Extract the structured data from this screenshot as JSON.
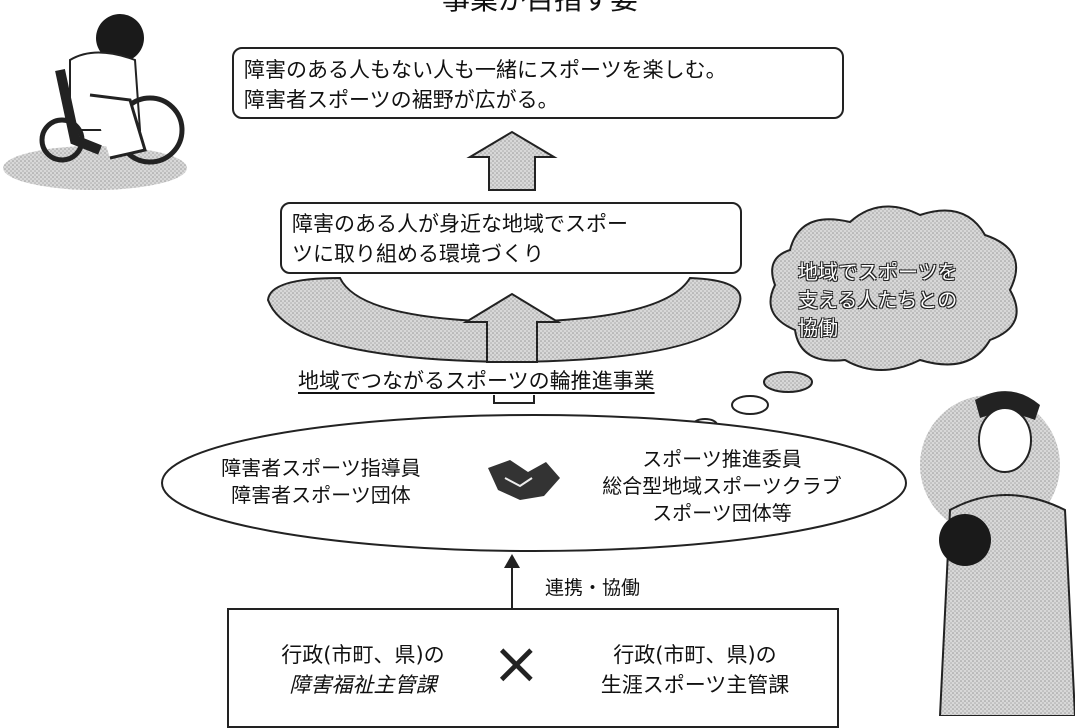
{
  "title": "事業が目指す姿",
  "goal": {
    "line1": "障害のある人もない人も一緒にスポーツを楽しむ。",
    "line2": "障害者スポーツの裾野が広がる。"
  },
  "environment": {
    "line1": "障害のある人が身近な地域でスポー",
    "line2": "ツに取り組める環境づくり"
  },
  "cloud": {
    "line1": "地域でスポーツを",
    "line2": "支える人たちとの",
    "line3": "協働"
  },
  "project": {
    "name": "地域でつながるスポーツの輪推進事業"
  },
  "partners": {
    "left": [
      "障害者スポーツ指導員",
      "障害者スポーツ団体"
    ],
    "right": [
      "スポーツ推進委員",
      "総合型地域スポーツクラブ",
      "スポーツ団体等"
    ]
  },
  "link_label": "連携・協働",
  "administration": {
    "left_line1": "行政(市町、県)の",
    "left_line2": "障害福祉主管課",
    "cross": "×",
    "right_line1": "行政(市町、県)の",
    "right_line2": "生涯スポーツ主管課"
  },
  "colors": {
    "stroke": "#222222",
    "fill_gray": "#cfcfcf",
    "arrow_fill": "#f2f2f2"
  }
}
